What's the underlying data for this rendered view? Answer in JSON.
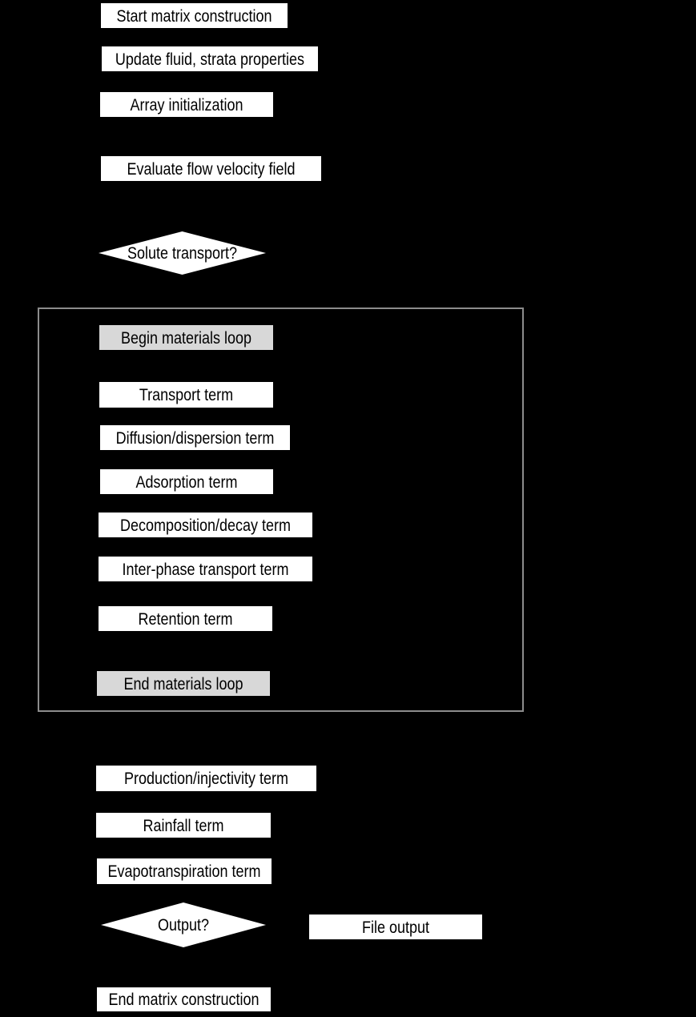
{
  "diagram": {
    "type": "flowchart",
    "colors": {
      "background": "#000000",
      "node_fill": "#ffffff",
      "loop_marker_fill": "#d8d8d8",
      "loop_container_border": "#8c8c8c",
      "text": "#000000"
    },
    "nodes": {
      "start": {
        "label": "Start matrix construction",
        "shape": "rect"
      },
      "update_properties": {
        "label": "Update fluid, strata properties",
        "shape": "rect"
      },
      "array_initialization": {
        "label": "Array initialization",
        "shape": "rect"
      },
      "evaluate_flow_velocity": {
        "label": "Evaluate flow velocity field",
        "shape": "rect"
      },
      "solute_transport_decision": {
        "label": "Solute transport?",
        "shape": "diamond"
      },
      "begin_materials_loop": {
        "label": "Begin materials loop",
        "shape": "rect-gray"
      },
      "transport_term": {
        "label": "Transport term",
        "shape": "rect"
      },
      "diffusion_dispersion_term": {
        "label": "Diffusion/dispersion term",
        "shape": "rect"
      },
      "adsorption_term": {
        "label": "Adsorption term",
        "shape": "rect"
      },
      "decomposition_decay_term": {
        "label": "Decomposition/decay term",
        "shape": "rect"
      },
      "interphase_transport_term": {
        "label": "Inter-phase transport term",
        "shape": "rect"
      },
      "retention_term": {
        "label": "Retention term",
        "shape": "rect"
      },
      "end_materials_loop": {
        "label": "End materials loop",
        "shape": "rect-gray"
      },
      "production_injectivity_term": {
        "label": "Production/injectivity term",
        "shape": "rect"
      },
      "rainfall_term": {
        "label": "Rainfall term",
        "shape": "rect"
      },
      "evapotranspiration_term": {
        "label": "Evapotranspiration term",
        "shape": "rect"
      },
      "output_decision": {
        "label": "Output?",
        "shape": "diamond"
      },
      "file_output": {
        "label": "File output",
        "shape": "rect"
      },
      "end": {
        "label": "End matrix construction",
        "shape": "rect"
      }
    }
  }
}
